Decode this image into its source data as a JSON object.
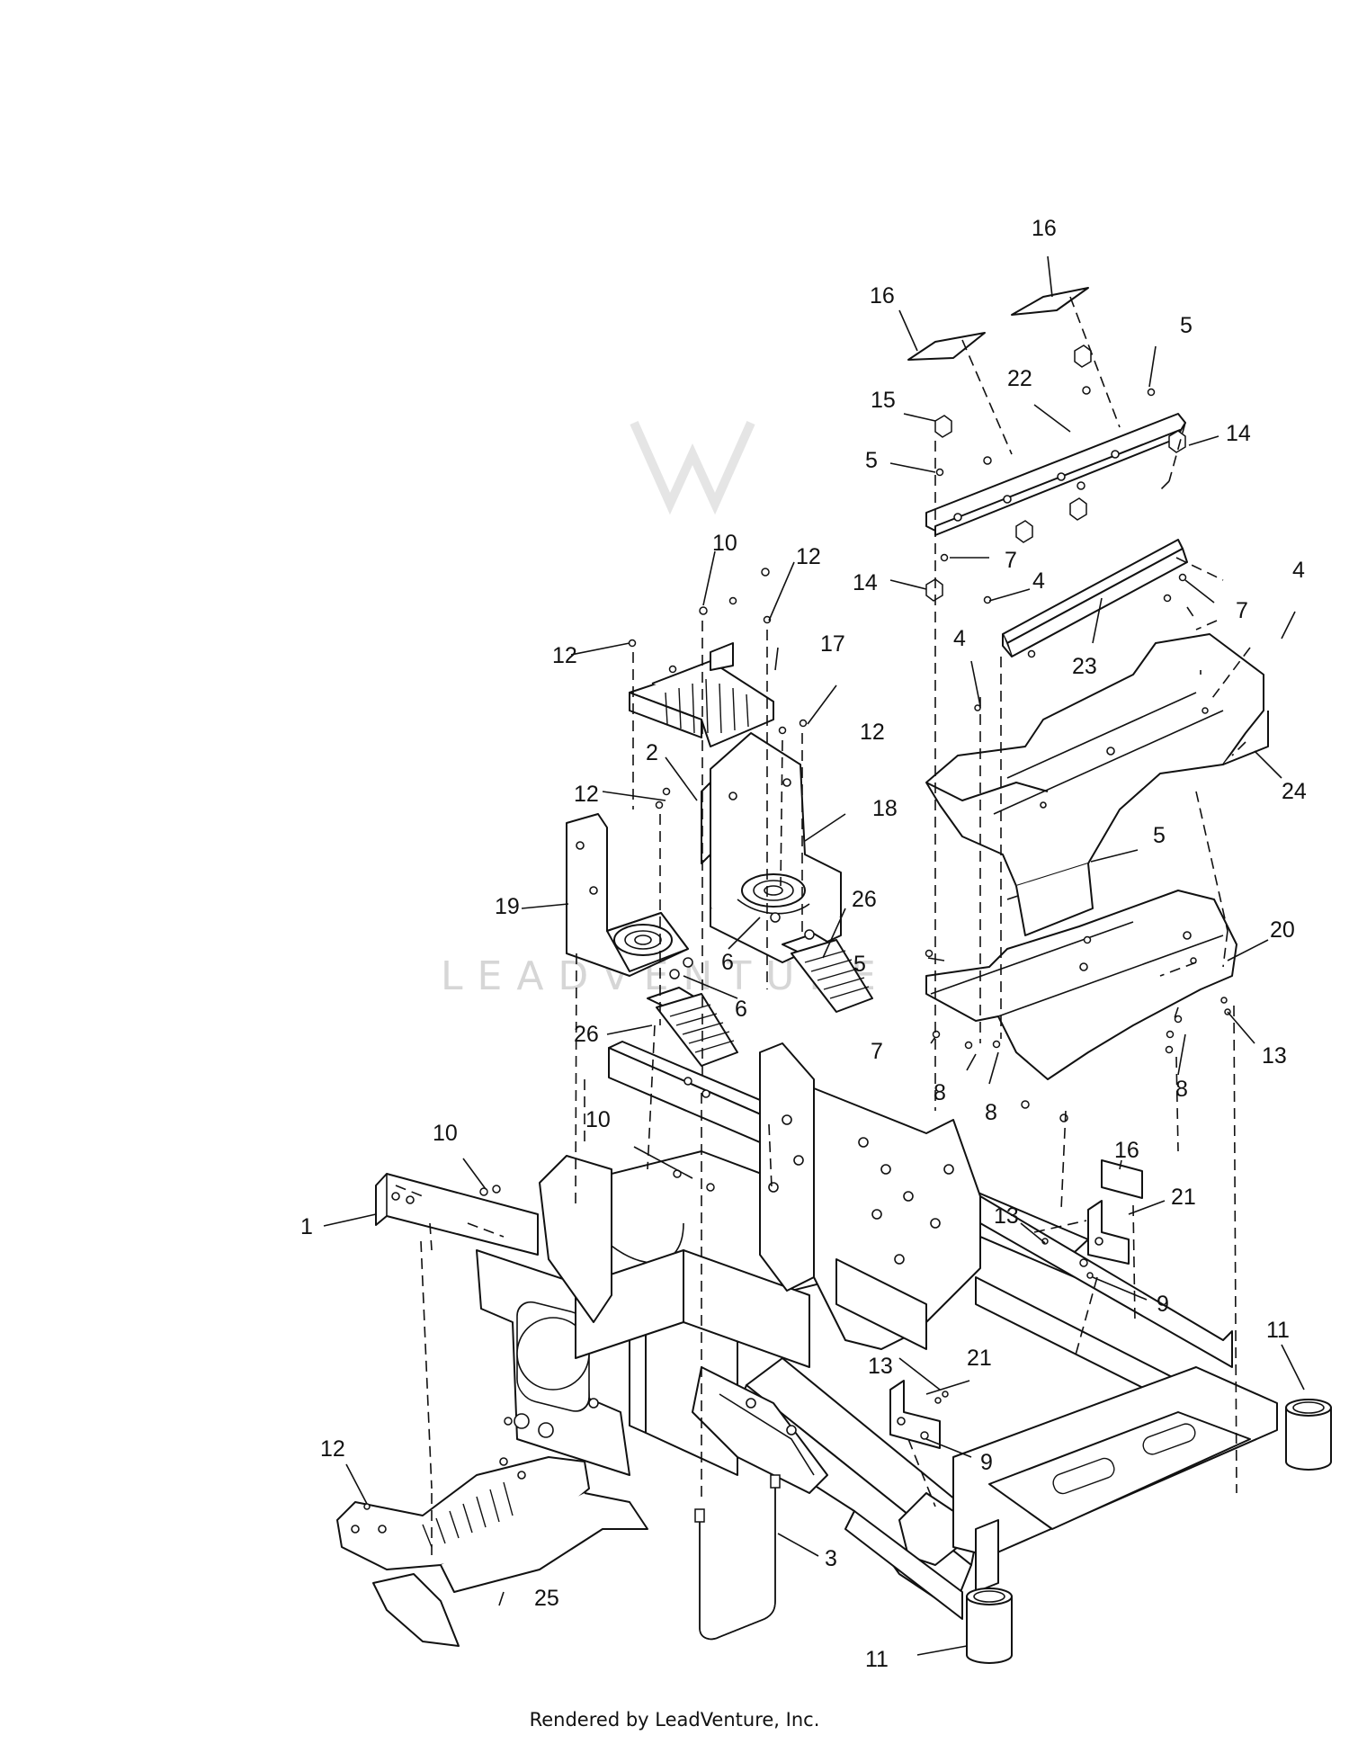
{
  "diagram": {
    "callouts": [
      "1",
      "2",
      "3",
      "4",
      "4",
      "4",
      "5",
      "5",
      "5",
      "5",
      "6",
      "6",
      "7",
      "7",
      "7",
      "8",
      "8",
      "8",
      "9",
      "9",
      "10",
      "10",
      "10",
      "11",
      "11",
      "12",
      "12",
      "12",
      "12",
      "12",
      "13",
      "13",
      "13",
      "14",
      "14",
      "15",
      "16",
      "16",
      "16",
      "17",
      "18",
      "19",
      "20",
      "21",
      "21",
      "22",
      "23",
      "24",
      "25",
      "26",
      "26"
    ],
    "watermark_text": "LEADVENTURE",
    "watermark_color": "#d6d6d6",
    "line_color": "#111111"
  },
  "footer": {
    "text": "Rendered by LeadVenture, Inc."
  }
}
